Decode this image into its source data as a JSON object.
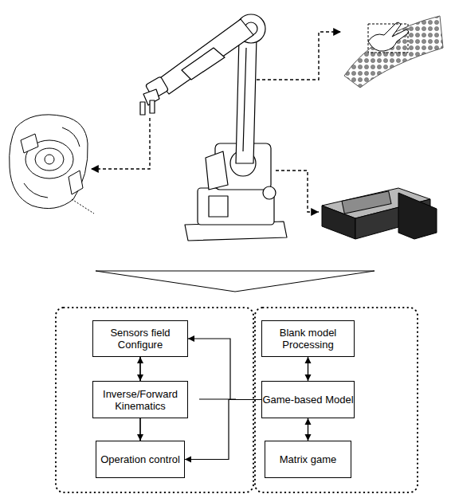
{
  "diagram": {
    "nodes": [
      {
        "text": [
          "Sensors field Configure"
        ]
      },
      {
        "text": [
          "Inverse/Forward Kinematics"
        ]
      },
      {
        "text": [
          "Operation control"
        ]
      },
      {
        "text": [
          "Blank model Processing"
        ]
      },
      {
        "text": [
          "Game-based Model"
        ]
      },
      {
        "text": [
          "Matrix game"
        ]
      }
    ],
    "edges": [
      {
        "from": 0,
        "to": 1,
        "arrow": "to"
      },
      {
        "from": 1,
        "to": 2,
        "arrow": "to"
      },
      {
        "from": 2,
        "to": 0,
        "arrow": "to"
      },
      {
        "from": 4,
        "to": 0,
        "arrow": "to"
      },
      {
        "from": 4,
        "to": 2,
        "arrow": "to"
      },
      {
        "from": 3,
        "to": 4,
        "arrow": "to"
      },
      {
        "from": 5,
        "to": 4,
        "arrow": "to"
      },
      {
        "from": 3,
        "to": 5,
        "arrow": "both"
      }
    ]
  }
}
